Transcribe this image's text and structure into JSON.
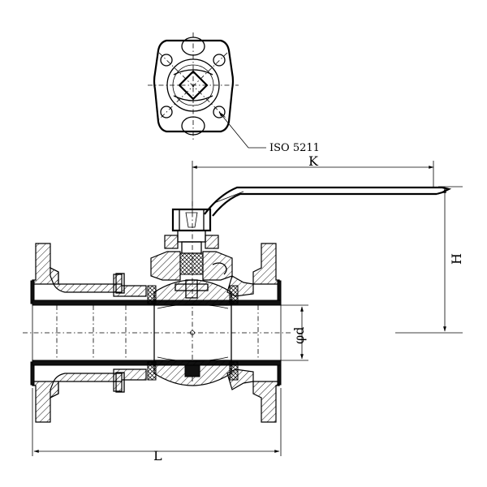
{
  "labels": {
    "iso": "ISO 5211",
    "k": "K",
    "h": "H",
    "d": "φd",
    "l": "L"
  },
  "colors": {
    "line": "#000000",
    "background": "#ffffff"
  }
}
